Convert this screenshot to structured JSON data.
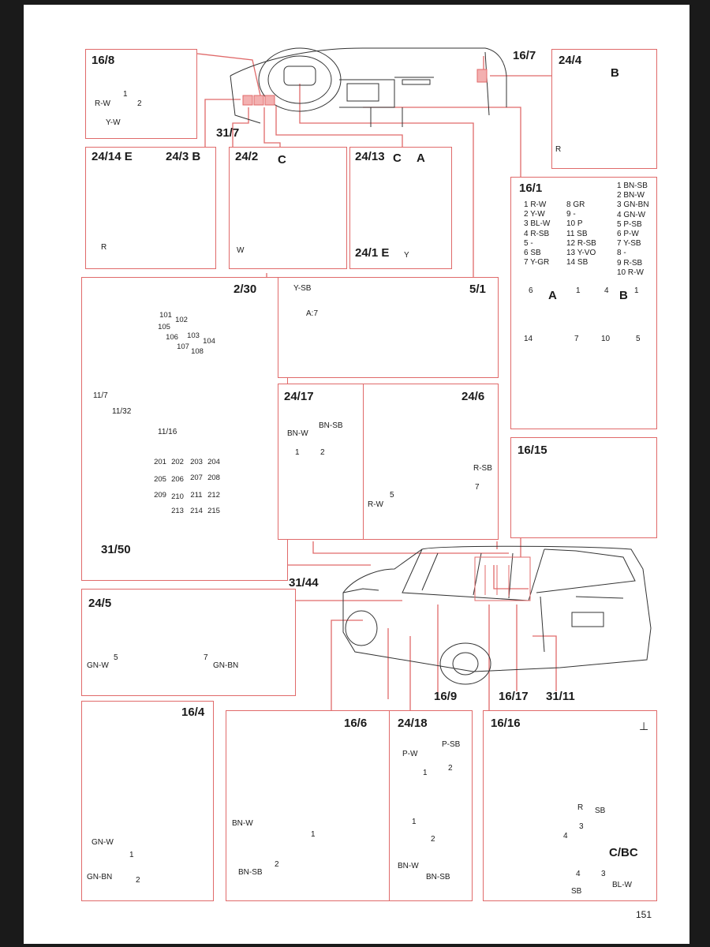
{
  "page_number": "151",
  "panels": {
    "p16_8": {
      "id": "16/8",
      "wires": [
        "R-W",
        "Y-W"
      ],
      "pins": [
        "1",
        "2"
      ]
    },
    "p16_7": {
      "id": "16/7"
    },
    "p24_4": {
      "id": "24/4",
      "letter": "B",
      "color": "R"
    },
    "p31_7": {
      "id": "31/7"
    },
    "p24_14": {
      "id1": "24/14 E",
      "id2": "24/3 B",
      "color": "R"
    },
    "p24_2": {
      "id": "24/2",
      "letter": "C",
      "color": "W"
    },
    "p24_13": {
      "id": "24/13",
      "letter1": "C",
      "letter2": "A",
      "id2": "24/1 E",
      "color": "Y"
    },
    "p16_1": {
      "id": "16/1",
      "col1": [
        "1 R-W",
        "2 Y-W",
        "3 BL-W",
        "4 R-SB",
        "5 -",
        "6 SB",
        "7 Y-GR"
      ],
      "col2": [
        "8 GR",
        "9 -",
        "10 P",
        "11 SB",
        "12 R-SB",
        "13 Y-VO",
        "14 SB"
      ],
      "col3": [
        "1 BN-SB",
        "2 BN-W",
        "3 GN-BN",
        "4 GN-W",
        "5 P-SB",
        "6 P-W",
        "7 Y-SB",
        "8 -",
        "9 R-SB",
        "10 R-W"
      ],
      "connA": {
        "letter": "A",
        "tl": "6",
        "tr": "1",
        "bl": "14",
        "br": "7"
      },
      "connB": {
        "letter": "B",
        "tl": "4",
        "tr": "1",
        "bl": "10",
        "br": "5"
      }
    },
    "p2_30": {
      "id": "2/30",
      "l1": "11/7",
      "l2": "11/32",
      "l3": "11/16",
      "l4": "31/50",
      "relays_top": [
        "101",
        "102",
        "105",
        "106",
        "103",
        "104",
        "107",
        "108"
      ],
      "relays_bottom": [
        "201",
        "202",
        "203",
        "204",
        "205",
        "206",
        "207",
        "208",
        "209",
        "210",
        "211",
        "212",
        "213",
        "214",
        "215"
      ]
    },
    "p5_1": {
      "id": "5/1",
      "wire": "Y-SB",
      "pin": "A:7"
    },
    "p24_17": {
      "id": "24/17",
      "w1": "BN-W",
      "w2": "BN-SB",
      "pins": [
        "1",
        "2"
      ]
    },
    "p24_6": {
      "id": "24/6",
      "w1": "R-SB",
      "w2": "R-W",
      "pins": [
        "7",
        "5"
      ]
    },
    "p16_15": {
      "id": "16/15"
    },
    "car": {
      "l1": "31/44",
      "l2": "16/9",
      "l3": "16/17",
      "l4": "31/11"
    },
    "p24_5": {
      "id": "24/5",
      "w1": "GN-W",
      "w2": "GN-BN",
      "pins": [
        "5",
        "7"
      ]
    },
    "p16_4": {
      "id": "16/4",
      "w1": "GN-W",
      "w2": "GN-BN",
      "pins": [
        "1",
        "2"
      ]
    },
    "p16_6": {
      "id": "16/6",
      "w1": "BN-W",
      "w2": "BN-SB",
      "pins": [
        "1",
        "2"
      ]
    },
    "p24_18": {
      "id": "24/18",
      "w1": "P-W",
      "w2": "P-SB",
      "w3": "BN-W",
      "w4": "BN-SB",
      "pins": [
        "1",
        "2",
        "1",
        "2"
      ]
    },
    "p16_16": {
      "id": "16/16",
      "w1": "R",
      "w2": "SB",
      "w3": "SB",
      "w4": "BL-W",
      "letters": "C/BC",
      "pins": [
        "4",
        "3",
        "4",
        "3"
      ]
    }
  },
  "colors": {
    "frame": "#e06a6a",
    "line": "#222222"
  }
}
